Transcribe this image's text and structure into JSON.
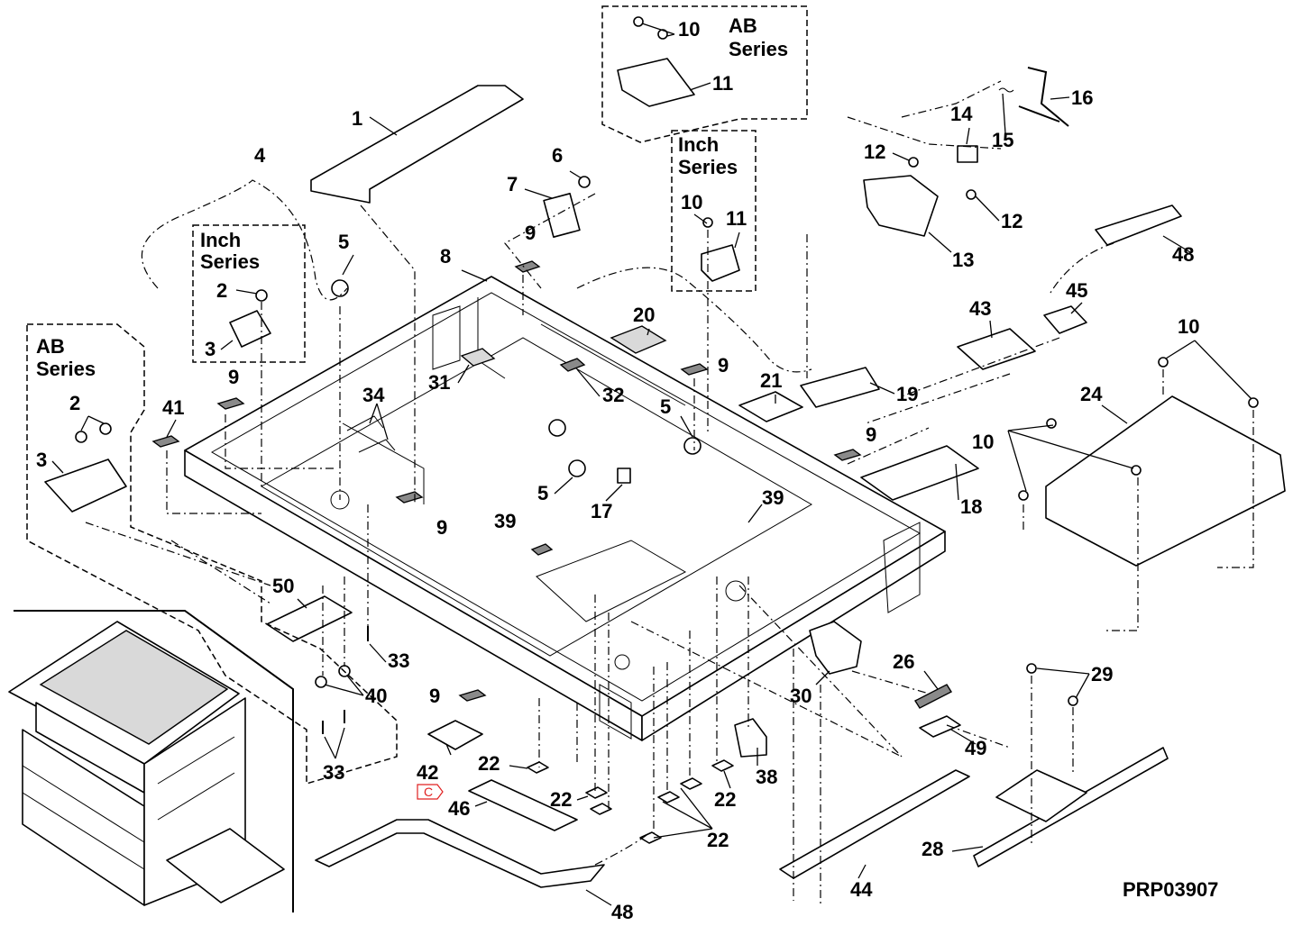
{
  "diagram_code": "PRP03907",
  "reference_mark": "C",
  "series_labels": {
    "ab_top": [
      "AB",
      "Series"
    ],
    "inch_mid": [
      "Inch",
      "Series"
    ],
    "inch_left": [
      "Inch",
      "Series"
    ],
    "ab_left": [
      "AB",
      "Series"
    ]
  },
  "callouts": {
    "c1": "1",
    "c2a": "2",
    "c2b": "2",
    "c3a": "3",
    "c3b": "3",
    "c4": "4",
    "c5a": "5",
    "c5b": "5",
    "c5c": "5",
    "c6": "6",
    "c7": "7",
    "c8": "8",
    "c9a": "9",
    "c9b": "9",
    "c9c": "9",
    "c9d": "9",
    "c9e": "9",
    "c9f": "9",
    "c10a": "10",
    "c10b": "10",
    "c10c": "10",
    "c10d": "10",
    "c11a": "11",
    "c11b": "11",
    "c12a": "12",
    "c12b": "12",
    "c13": "13",
    "c14": "14",
    "c15": "15",
    "c16": "16",
    "c17": "17",
    "c18": "18",
    "c19": "19",
    "c20": "20",
    "c21": "21",
    "c22a": "22",
    "c22b": "22",
    "c22c": "22",
    "c22d": "22",
    "c24": "24",
    "c26": "26",
    "c28": "28",
    "c29": "29",
    "c30": "30",
    "c31": "31",
    "c32": "32",
    "c33a": "33",
    "c33b": "33",
    "c34": "34",
    "c38": "38",
    "c39a": "39",
    "c39b": "39",
    "c40": "40",
    "c41": "41",
    "c42": "42",
    "c43": "43",
    "c44": "44",
    "c45": "45",
    "c46": "46",
    "c48a": "48",
    "c48b": "48",
    "c49": "49",
    "c50": "50"
  }
}
